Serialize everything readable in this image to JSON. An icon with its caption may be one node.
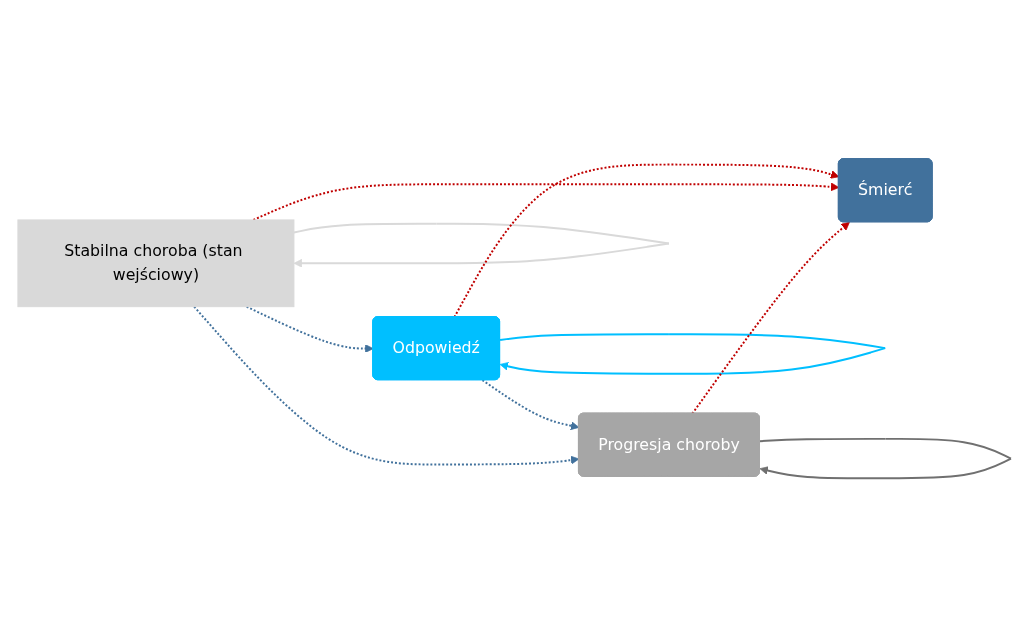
{
  "diagram": {
    "nodes": [
      {
        "text": [
          "Odpowiedź"
        ]
      },
      {
        "text": [
          "Stabilna choroba (stan wejściowy)"
        ]
      },
      {
        "text": [
          "Progresja choroby"
        ]
      },
      {
        "text": [
          "Śmierć"
        ]
      }
    ],
    "edges": [
      {
        "from": 0,
        "to": 0,
        "arrow": "to",
        "color": "#00bfff"
      },
      {
        "from": 1,
        "to": 1,
        "arrow": "to",
        "color": "#d9d9d9"
      },
      {
        "from": 2,
        "to": 2,
        "arrow": "to",
        "color": "#707070"
      },
      {
        "from": 1,
        "to": 0,
        "arrow": "to",
        "style": "dashed",
        "color": "#41719c"
      },
      {
        "from": 0,
        "to": 2,
        "arrow": "to",
        "style": "dashed",
        "color": "#41719c"
      },
      {
        "from": 1,
        "to": 2,
        "arrow": "to",
        "style": "dashed",
        "color": "#41719c"
      },
      {
        "from": 0,
        "to": 3,
        "arrow": "to",
        "style": "dashed",
        "color": "#c00000"
      },
      {
        "from": 1,
        "to": 3,
        "arrow": "to",
        "style": "dashed",
        "color": "#c00000"
      },
      {
        "from": 2,
        "to": 3,
        "arrow": "to",
        "style": "dashed",
        "color": "#c00000"
      }
    ]
  }
}
